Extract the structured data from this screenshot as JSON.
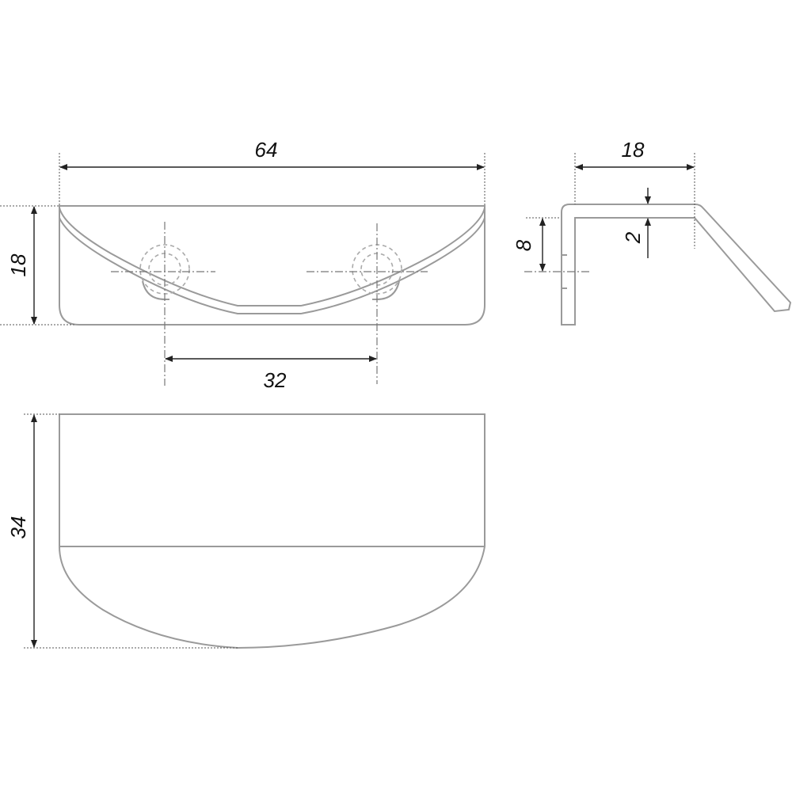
{
  "front_view": {
    "width_label": "64",
    "height_label": "18",
    "hole_spacing_label": "32"
  },
  "side_view": {
    "depth_label": "18",
    "hole_height_label": "8",
    "thickness_label": "2"
  },
  "top_view": {
    "height_label": "34"
  }
}
